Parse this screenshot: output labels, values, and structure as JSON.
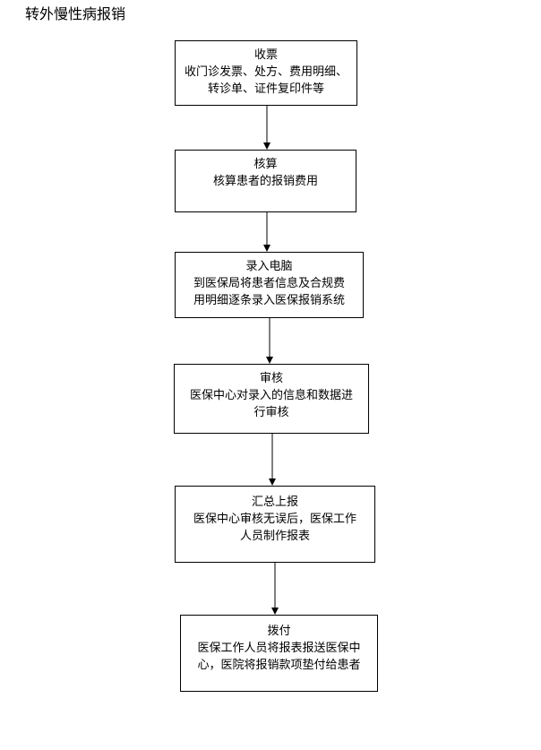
{
  "title": "转外慢性病报销",
  "steps": [
    {
      "title": "收票",
      "desc": "收门诊发票、处方、费用明细、\n转诊单、证件复印件等"
    },
    {
      "title": "核算",
      "desc": "核算患者的报销费用"
    },
    {
      "title": "录入电脑",
      "desc": "到医保局将患者信息及合规费\n用明细逐条录入医保报销系统"
    },
    {
      "title": "审核",
      "desc": "医保中心对录入的信息和数据进\n行审核"
    },
    {
      "title": "汇总上报",
      "desc": "医保中心审核无误后，医保工作\n人员制作报表"
    },
    {
      "title": "拨付",
      "desc": "医保工作人员将报表报送医保中\n心，医院将报销款项垫付给患者"
    }
  ],
  "colors": {
    "line": "#000000",
    "background": "#ffffff"
  }
}
